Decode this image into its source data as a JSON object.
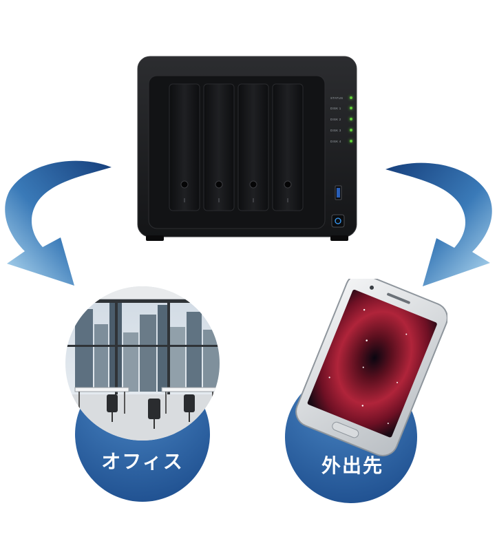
{
  "nas": {
    "leds": [
      {
        "label": "STATUS"
      },
      {
        "label": "DISK 1"
      },
      {
        "label": "DISK 2"
      },
      {
        "label": "DISK 3"
      },
      {
        "label": "DISK 4"
      }
    ]
  },
  "destinations": [
    {
      "label": "オフィス"
    },
    {
      "label": "外出先"
    }
  ],
  "colors": {
    "bubble_dark": "#1e4f8e",
    "bubble_light": "#3a73b3",
    "arrow_dark": "#1c4f92",
    "arrow_light": "#a9d6f0",
    "nas_body": "#1b1c1e",
    "led_green": "#5ed036"
  }
}
